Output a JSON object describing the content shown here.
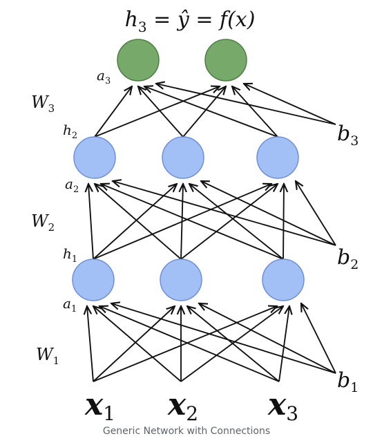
{
  "title": {
    "base": "h",
    "sub": "3",
    "rest": " = ŷ = f(x)"
  },
  "caption": "Generic Network with Connections",
  "colors": {
    "output_fill": "#77a96a",
    "output_stroke": "#4d7d44",
    "hidden_fill": "#a2c0f5",
    "hidden_stroke": "#6f8fd8",
    "edge": "#111111"
  },
  "layers": {
    "input": {
      "labels": [
        {
          "base": "x",
          "sub": "1"
        },
        {
          "base": "x",
          "sub": "2"
        },
        {
          "base": "x",
          "sub": "3"
        }
      ]
    },
    "hidden1": {
      "nodes": 3,
      "h_label": {
        "base": "h",
        "sub": "1"
      },
      "a_label": {
        "base": "a",
        "sub": "1"
      }
    },
    "hidden2": {
      "nodes": 3,
      "h_label": {
        "base": "h",
        "sub": "2"
      },
      "a_label": {
        "base": "a",
        "sub": "2"
      }
    },
    "output": {
      "nodes": 2,
      "a_label": {
        "base": "a",
        "sub": "3"
      }
    }
  },
  "weights": [
    {
      "base": "W",
      "sub": "1"
    },
    {
      "base": "W",
      "sub": "2"
    },
    {
      "base": "W",
      "sub": "3"
    }
  ],
  "biases": [
    {
      "base": "b",
      "sub": "1"
    },
    {
      "base": "b",
      "sub": "2"
    },
    {
      "base": "b",
      "sub": "3"
    }
  ]
}
